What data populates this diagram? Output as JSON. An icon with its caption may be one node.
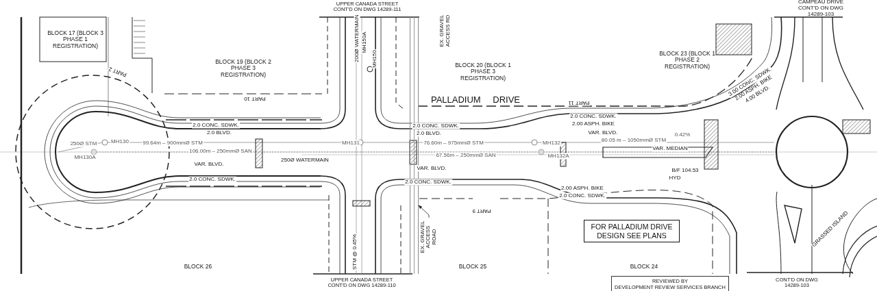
{
  "diagram": {
    "nodes": [
      {
        "text": [
          "FOR PALLADIUM DRIVE DESIGN SEE PLANS"
        ]
      },
      {
        "text": [
          "REVIEWED BY",
          "DEVELOPMENT REVIEW SERVICES BRANCH"
        ]
      },
      {
        "text": [
          "EX. GRAVEL ACCESS ROAD"
        ]
      },
      {
        "text": [],
        "shape": "bar"
      }
    ],
    "edges": [
      {
        "from": 2,
        "to": 3,
        "arrow": "to"
      }
    ],
    "labels": [
      "UPPER CANADA STREET CONT'D ON DWG 14289-111",
      "CAMPEAU DRIVE CONT'D ON DWG 14289-103",
      "BLOCK 17 (BLOCK 3 PHASE 1 REGISTRATION)",
      "EX. GRAVEL ACCESS RD",
      "200Ø WATERMAIN",
      "MH150A",
      "MH150",
      "BLOCK 19 (BLOCK 2 PHASE 3 REGISTRATION)",
      "BLOCK 20 (BLOCK 1 PHASE 3 REGISTRATION)",
      "BLOCK 23 (BLOCK 1 PHASE 2 REGISTRATION)",
      "PART 2",
      "PART 10",
      "PALLADIUM DRIVE",
      "PART 11",
      "2.0 CONC. SDWK.",
      "2.0 BLVD.",
      "250Ø STM",
      "MH130",
      "MH130A",
      "99.64m – 900mmØ STM",
      "106.00m – 250mmØ SAN",
      "VAR. BLVD.",
      "2.0 CONC. SDWK.",
      "250Ø WATERMAIN",
      "MH131",
      "2.0 CONC. SDWK.",
      "2.0 BLVD.",
      "76.60m – 975mmØ STM",
      "67.56m – 250mmØ SAN",
      "MH132",
      "MH132A",
      "VAR. BLVD.",
      "2.0 CONC. SDWK.",
      "2.0 CONC. SDWK.",
      "2.00 ASPH. BIKE",
      "VAR. BLVD.",
      "80.05 m – 1050mmØ STM",
      "0.42%",
      "VAR. MEDIAN",
      "B/F 104.53",
      "HYD",
      "2.00 ASPH. BIKE",
      "2.0 CONC. SDWK.",
      "3.00 CONC. SDWK.",
      "2.00 ASPH. BIKE",
      "4.00 BLVD.",
      "PART 9",
      "STM @ 0.45%",
      "BLOCK 26",
      "BLOCK 25",
      "BLOCK 24",
      "UPPER CANADA STREET CONT'D ON DWG 14289-110",
      "CONT'D ON DWG 14289-103",
      "GRASSED ISLAND"
    ]
  }
}
